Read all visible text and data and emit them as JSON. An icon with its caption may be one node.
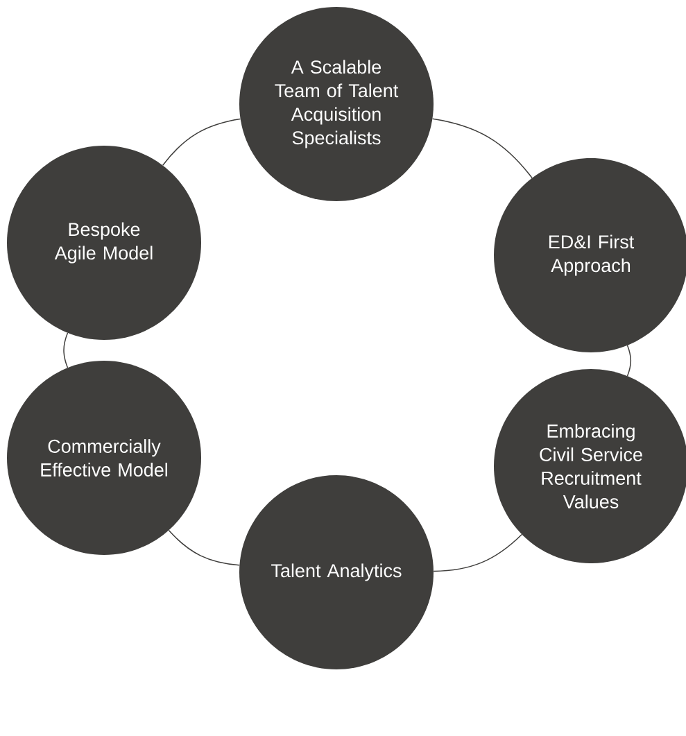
{
  "diagram": {
    "nodes": [
      {
        "text": [
          "A Scalable Team of Talent Acquisition Specialists"
        ]
      },
      {
        "text": [
          "Bespoke Agile Model"
        ]
      },
      {
        "text": [
          "ED&I First Approach"
        ]
      },
      {
        "text": [
          "Commercially Effective Model"
        ]
      },
      {
        "text": [
          "Embracing Civil Service Recruitment Values"
        ]
      },
      {
        "text": [
          "Talent Analytics"
        ]
      }
    ],
    "edges": [
      {
        "from": 0,
        "to": 2,
        "arrow": "none"
      },
      {
        "from": 2,
        "to": 4,
        "arrow": "none"
      },
      {
        "from": 4,
        "to": 5,
        "arrow": "none"
      },
      {
        "from": 5,
        "to": 3,
        "arrow": "none"
      },
      {
        "from": 3,
        "to": 1,
        "arrow": "none"
      },
      {
        "from": 1,
        "to": 0,
        "arrow": "none"
      }
    ]
  }
}
